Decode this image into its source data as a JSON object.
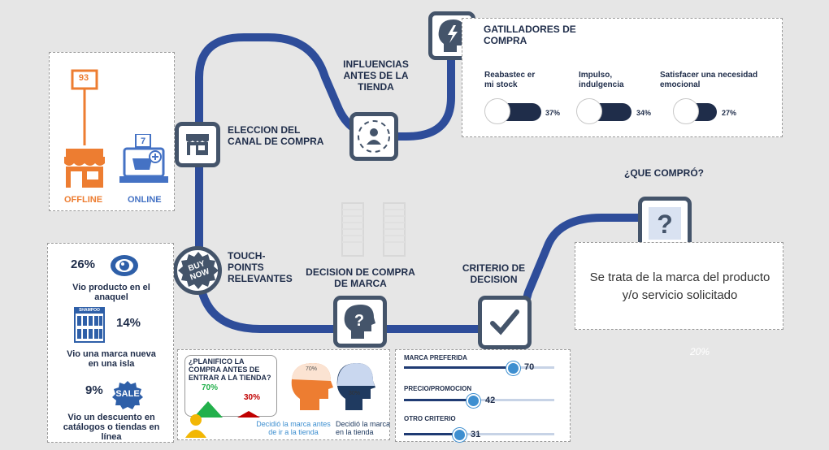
{
  "stages": {
    "canal": "ELECCION DEL CANAL DE COMPRA",
    "influencias": "INFLUENCIAS ANTES DE LA TIENDA",
    "gatilladores": "GATILLADORES DE COMPRA",
    "touchpoints": "TOUCH-POINTS RELEVANTES",
    "decision": "DECISION DE COMPRA DE MARCA",
    "criterio": "CRITERIO DE DECISION",
    "que_compro": "¿QUE COMPRÓ?"
  },
  "channel": {
    "offline_label": "OFFLINE",
    "offline_badge": "93",
    "online_label": "ONLINE",
    "online_badge": "7"
  },
  "triggers": [
    {
      "label": "Reabastec er mi stock",
      "value": 37,
      "pct_text": "37%"
    },
    {
      "label": "Impulso, indulgencia",
      "value": 34,
      "pct_text": "34%"
    },
    {
      "label": "Satisfacer una necesidad emocional",
      "value": 27,
      "pct_text": "27%"
    }
  ],
  "touchpoints": [
    {
      "pct": "26%",
      "text": "Vio producto en el anaquel"
    },
    {
      "pct": "14%",
      "text": "Vio una marca nueva en una isla"
    },
    {
      "pct": "9%",
      "text": "Vio un descuento en catálogos o tiendas en línea"
    }
  ],
  "touch_badges": {
    "buy_now": "BUY NOW",
    "sale": "SALE",
    "shampoo": "SHAMPOO"
  },
  "plan": {
    "question": "¿PLANIFICO LA COMPRA ANTES DE ENTRAR A LA TIENDA?",
    "yes_pct": "70%",
    "no_pct": "30%",
    "before_pct": "70%",
    "before_text": "Decidió la marca antes de ir a la tienda",
    "inside_pct": "30%",
    "inside_text": "Decidió la marca en la tienda"
  },
  "criteria": [
    {
      "label": "MARCA PREFERIDA",
      "value": 70,
      "text": "70"
    },
    {
      "label": "PRECIO/PROMOCION",
      "value": 42,
      "text": "42"
    },
    {
      "label": "OTRO CRITERIO",
      "value": 31,
      "text": "31"
    }
  ],
  "result": {
    "text": "Se trata de la marca del producto y/o servicio solicitado",
    "faint_pct": "20%"
  },
  "colors": {
    "path": "#2e4d9a",
    "node": "#44546a",
    "offline": "#ed7d31",
    "online": "#4472c4",
    "green": "#22b04b",
    "red": "#c00000"
  }
}
